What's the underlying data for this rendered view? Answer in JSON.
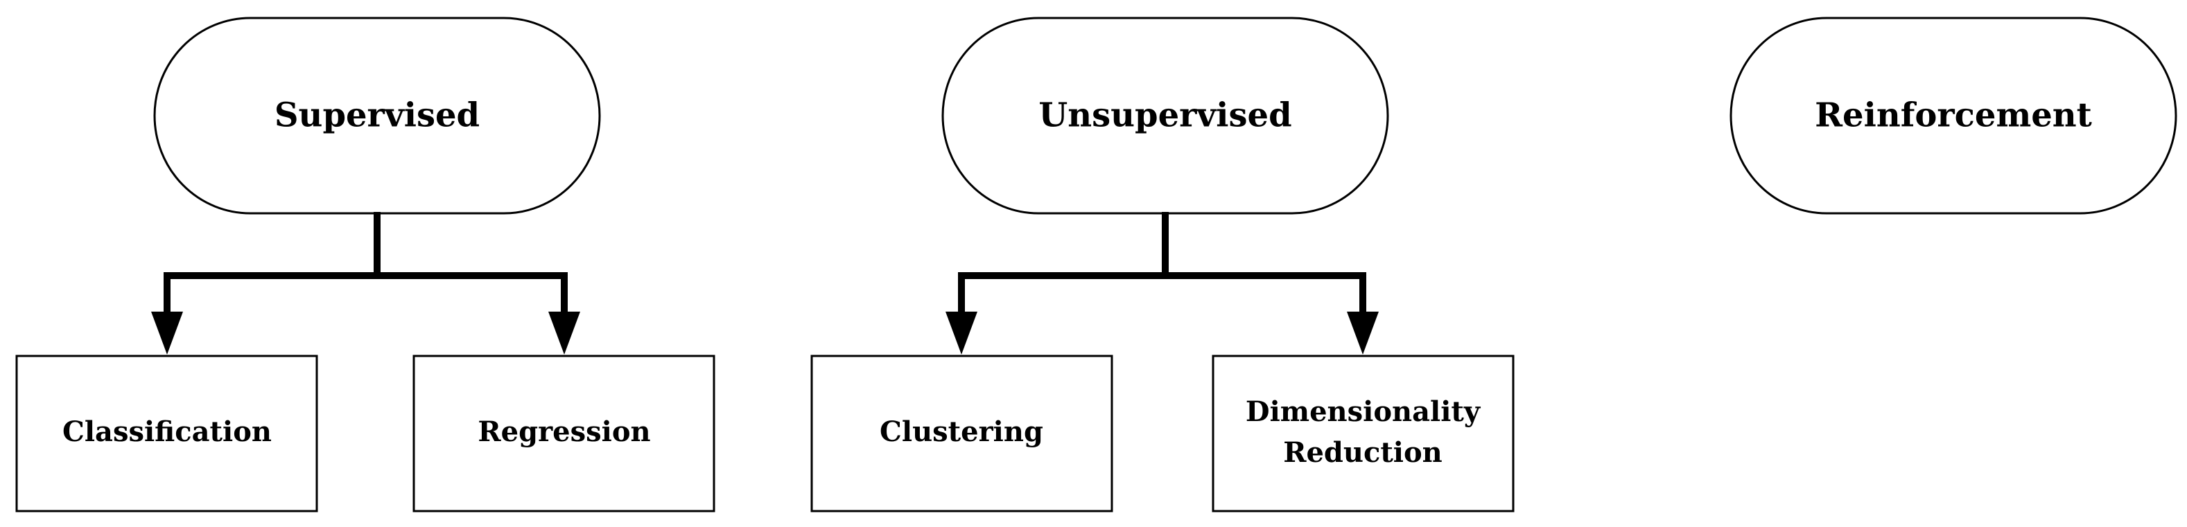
{
  "categories": [
    {
      "label": "Supervised",
      "children": [
        "Classification",
        "Regression"
      ]
    },
    {
      "label": "Unsupervised",
      "children": [
        "Clustering",
        "Dimensionality Reduction"
      ]
    },
    {
      "label": "Reinforcement",
      "children": []
    }
  ],
  "labels": {
    "supervised": "Supervised",
    "unsupervised": "Unsupervised",
    "reinforcement": "Reinforcement",
    "classification": "Classification",
    "regression": "Regression",
    "clustering": "Clustering",
    "dimensionality_line1": "Dimensionality",
    "dimensionality_line2": "Reduction"
  },
  "colors": {
    "stroke": "#000000",
    "fill": "#ffffff"
  }
}
